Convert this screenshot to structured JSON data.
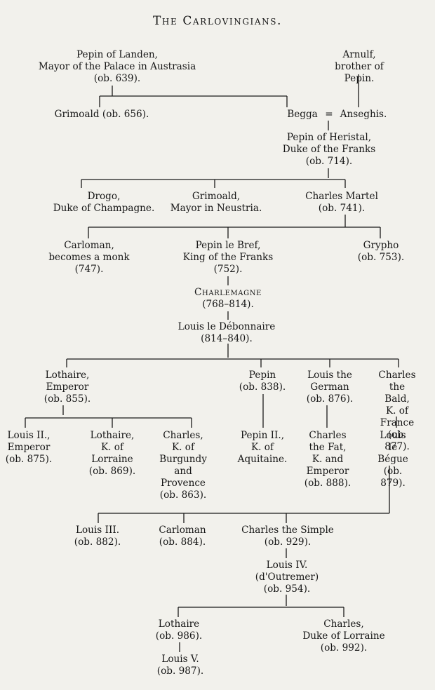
{
  "title": "The Carlovingians.",
  "people": {
    "pepin_landen": "Pepin of Landen,\nMayor of the Palace in Austrasia\n(ob. 639).",
    "arnulf": "Arnulf,\nbrother of Pepin.",
    "grimoald_656": "Grimoald (ob. 656).",
    "begga": "Begga",
    "equals": "=",
    "anseghis": "Anseghis.",
    "pepin_heristal": "Pepin of Heristal,\nDuke of the Franks\n(ob. 714).",
    "drogo": "Drogo,\nDuke of Champagne.",
    "grimoald_neustria": "Grimoald,\nMayor in Neustria.",
    "charles_martel": "Charles Martel\n(ob. 741).",
    "carloman_monk": "Carloman,\nbecomes a monk\n(747).",
    "pepin_bref": "Pepin le Bref,\nKing of the Franks\n(752).",
    "grypho": "Grypho\n(ob. 753).",
    "charlemagne": "Charlemagne",
    "charlemagne_dates": "(768–814).",
    "louis_debonnaire": "Louis le Débonnaire\n(814–840).",
    "lothaire_emperor": "Lothaire,\nEmperor\n(ob. 855).",
    "pepin_838": "Pepin\n(ob. 838).",
    "louis_german": "Louis the\nGerman\n(ob. 876).",
    "charles_bald": "Charles the\nBald,\nK. of France\n(ob. 877).",
    "louis_ii": "Louis II.,\nEmperor\n(ob. 875).",
    "lothaire_lorraine": "Lothaire,\nK. of\nLorraine\n(ob. 869).",
    "charles_burgundy": "Charles,\nK. of\nBurgundy\nand\nProvence\n(ob. 863).",
    "pepin_ii": "Pepin II.,\nK. of\nAquitaine.",
    "charles_fat": "Charles\nthe Fat,\nK. and\nEmperor\n(ob. 888).",
    "louis_begue": "Louis\nle Bégue\n(ob. 879).",
    "louis_iii": "Louis III.\n(ob. 882).",
    "carloman_884": "Carloman\n(ob. 884).",
    "charles_simple": "Charles the Simple\n(ob. 929).",
    "louis_iv": "Louis IV.\n(d'Outremer)\n(ob. 954).",
    "lothaire_986": "Lothaire\n(ob. 986).",
    "charles_lorraine": "Charles,\nDuke of Lorraine\n(ob. 992).",
    "louis_v": "Louis V.\n(ob. 987)."
  }
}
